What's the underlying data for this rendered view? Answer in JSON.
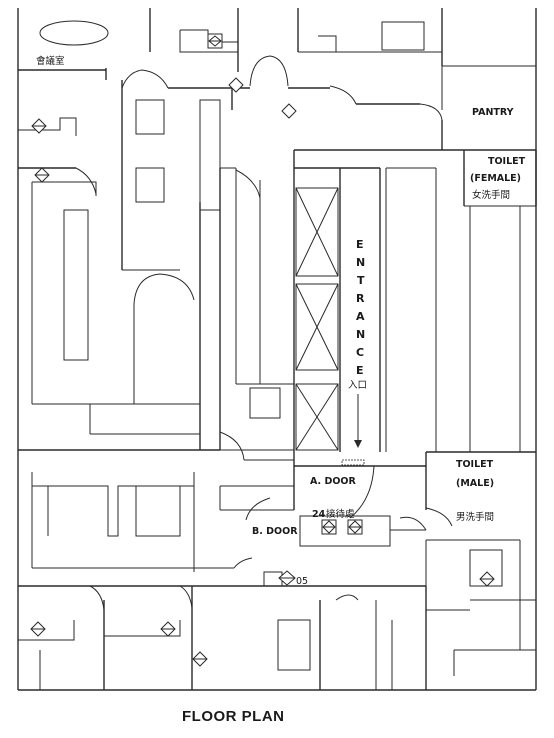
{
  "title": "FLOOR PLAN",
  "rooms": {
    "meeting_room": "會議室",
    "pantry": "PANTRY",
    "toilet_female": "TOILET",
    "toilet_female_sub": "(FEMALE)",
    "toilet_female_cjk": "女洗手間",
    "toilet_male": "TOILET",
    "toilet_male_sub": "(MALE)",
    "toilet_male_cjk": "男洗手間"
  },
  "entrance": {
    "letters": [
      "E",
      "N",
      "T",
      "R",
      "A",
      "N",
      "C",
      "E"
    ],
    "cjk": "入口"
  },
  "doors": {
    "a": "A. DOOR",
    "b": "B. DOOR"
  },
  "reception": {
    "number": "24",
    "cjk": "接待處"
  },
  "marker_05": "05"
}
